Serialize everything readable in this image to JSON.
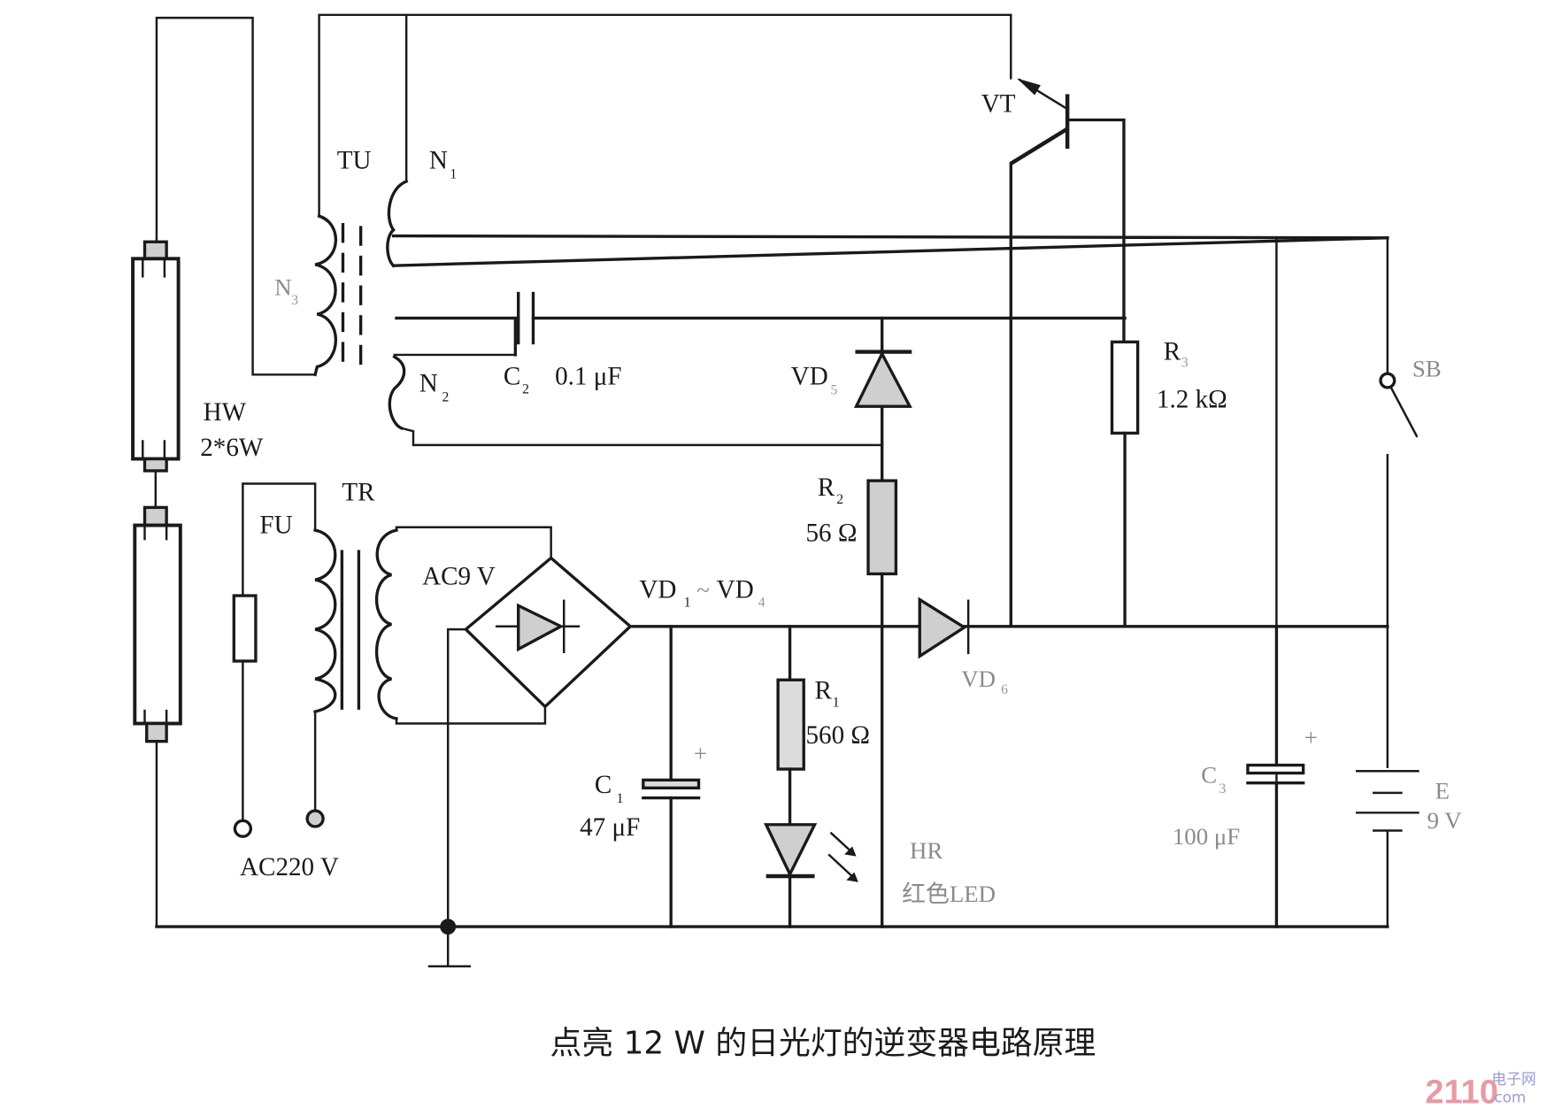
{
  "caption": "点亮 12 W 的日光灯的逆变器电路原理",
  "watermark": {
    "main": "2110",
    "site_cn": "电子网",
    "site_en": ".com"
  },
  "components": {
    "lamp": {
      "ref": "HW",
      "value": "2*6W"
    },
    "inverter_transformer": {
      "ref": "TU",
      "windings": [
        "N1",
        "N2",
        "N3"
      ]
    },
    "mains_transformer": {
      "ref": "TR",
      "secondary": "AC9 V"
    },
    "fuse": {
      "ref": "FU"
    },
    "mains_input": {
      "label": "AC220 V"
    },
    "bridge_rectifier": {
      "ref": "VD1 ~ VD4"
    },
    "c1": {
      "ref": "C1",
      "value": "47 μF"
    },
    "c2": {
      "ref": "C2",
      "value": "0.1 μF"
    },
    "c3": {
      "ref": "C3",
      "value": "100 μF"
    },
    "r1": {
      "ref": "R1",
      "value": "560 Ω"
    },
    "r2": {
      "ref": "R2",
      "value": "56 Ω"
    },
    "r3": {
      "ref": "R3",
      "value": "1.2 kΩ"
    },
    "vd5": {
      "ref": "VD5"
    },
    "vd6": {
      "ref": "VD6"
    },
    "transistor": {
      "ref": "VT"
    },
    "switch": {
      "ref": "SB"
    },
    "led": {
      "ref": "HR",
      "desc": "红色LED"
    },
    "battery": {
      "ref": "E",
      "value": "9 V"
    }
  },
  "labels": {
    "HW": "HW",
    "HW_val": "2*6W",
    "TU": "TU",
    "N": "N",
    "N1_sub": "1",
    "N2_sub": "2",
    "N3_sub": "3",
    "TR": "TR",
    "FU": "FU",
    "AC9": "AC9 V",
    "AC220": "AC220 V",
    "VD": "VD",
    "VD1_sub": "1",
    "tilde": "~",
    "VD4_sub": "4",
    "VD5_sub": "5",
    "VD6_sub": "6",
    "C": "C",
    "C1_sub": "1",
    "C2_sub": "2",
    "C3_sub": "3",
    "C1_val": "47 μF",
    "C2_val": "0.1 μF",
    "C3_val": "100 μF",
    "R": "R",
    "R1_sub": "1",
    "R2_sub": "2",
    "R3_sub": "3",
    "R1_val": "560 Ω",
    "R2_val": "56 Ω",
    "R3_val": "1.2 kΩ",
    "VT": "VT",
    "SB": "SB",
    "HR": "HR",
    "HR_desc": "红色LED",
    "E": "E",
    "E_val": "9 V",
    "plus": "+"
  }
}
